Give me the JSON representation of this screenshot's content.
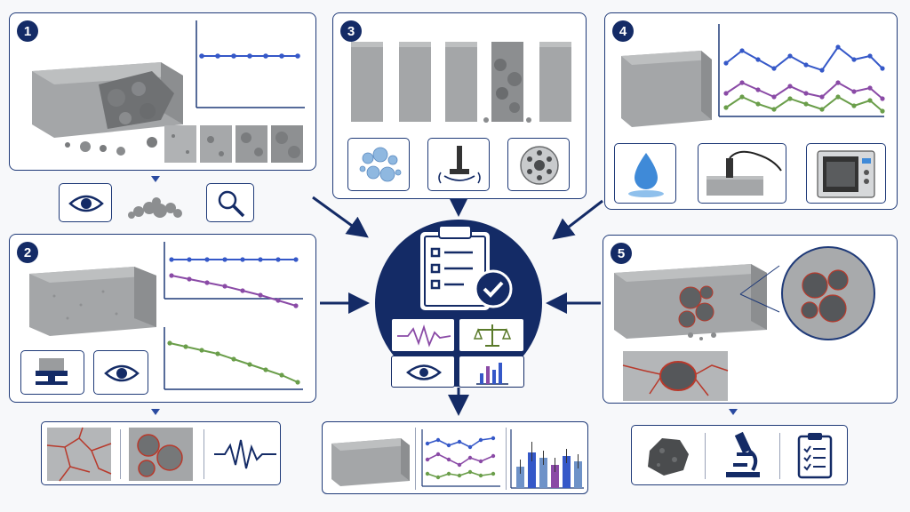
{
  "panels": {
    "p1": {
      "number": "1"
    },
    "p2": {
      "number": "2"
    },
    "p3": {
      "number": "3"
    },
    "p4": {
      "number": "4"
    },
    "p5": {
      "number": "5"
    }
  },
  "colors": {
    "navy": "#142b66",
    "border": "#1f3a78",
    "blue_series": "#3558c8",
    "purple_series": "#8a4aa6",
    "green_series": "#6a9e4a",
    "crack_red": "#b8392b",
    "concrete": "#a4a6a8"
  },
  "icons": [
    "eye-icon",
    "magnifier-icon",
    "rubble-icon",
    "scale-icon",
    "waveform-icon",
    "bubbles-icon",
    "sensor-icon",
    "cross-section-icon",
    "water-drop-icon",
    "probe-icon",
    "oven-icon",
    "microscope-icon",
    "clipboard-icon",
    "checkmark-icon",
    "balance-icon",
    "bar-chart-icon"
  ]
}
